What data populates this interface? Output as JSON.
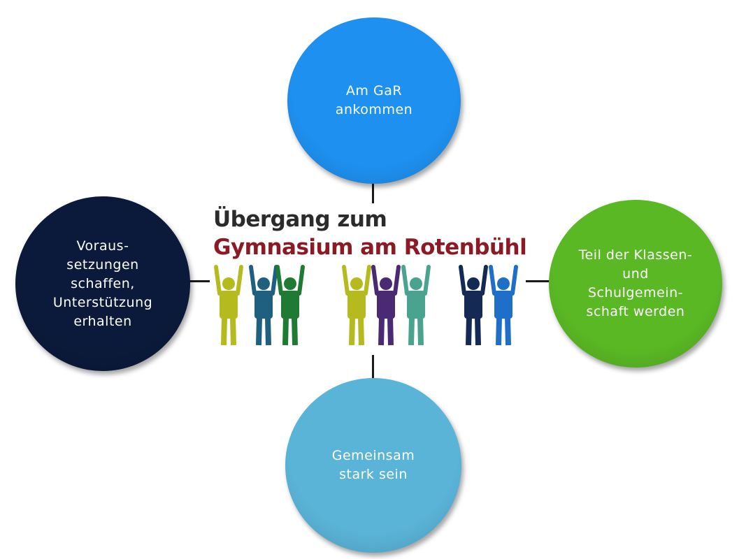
{
  "colors": {
    "top": "#1e90f0",
    "left": "#0b1a3a",
    "right": "#5ab824",
    "bottom": "#5ab4d8",
    "title_dark": "#2b2b2b",
    "title_red": "#8b1a24"
  },
  "logo": {
    "line1": "Übergang zum",
    "line2": "Gymnasium am Rotenbühl",
    "figure_colors": [
      "#b5ba1f",
      "#1f5f7f",
      "#1f7a33",
      "#b5ba1f",
      "#4a2a72",
      "#4aa38f",
      "#142a55",
      "#1f6fc8"
    ]
  },
  "nodes": {
    "top": {
      "label": "Am GaR\nankommen",
      "icon": "circle"
    },
    "left": {
      "label": "Voraus-\nsetzungen\nschaffen,\nUnterstützung\nerhalten",
      "icon": "circle"
    },
    "right": {
      "label": "Teil der Klassen-\nund\nSchulgemein-\nschaft werden",
      "icon": "circle"
    },
    "bottom": {
      "label": "Gemeinsam\nstark sein",
      "icon": "circle"
    }
  }
}
